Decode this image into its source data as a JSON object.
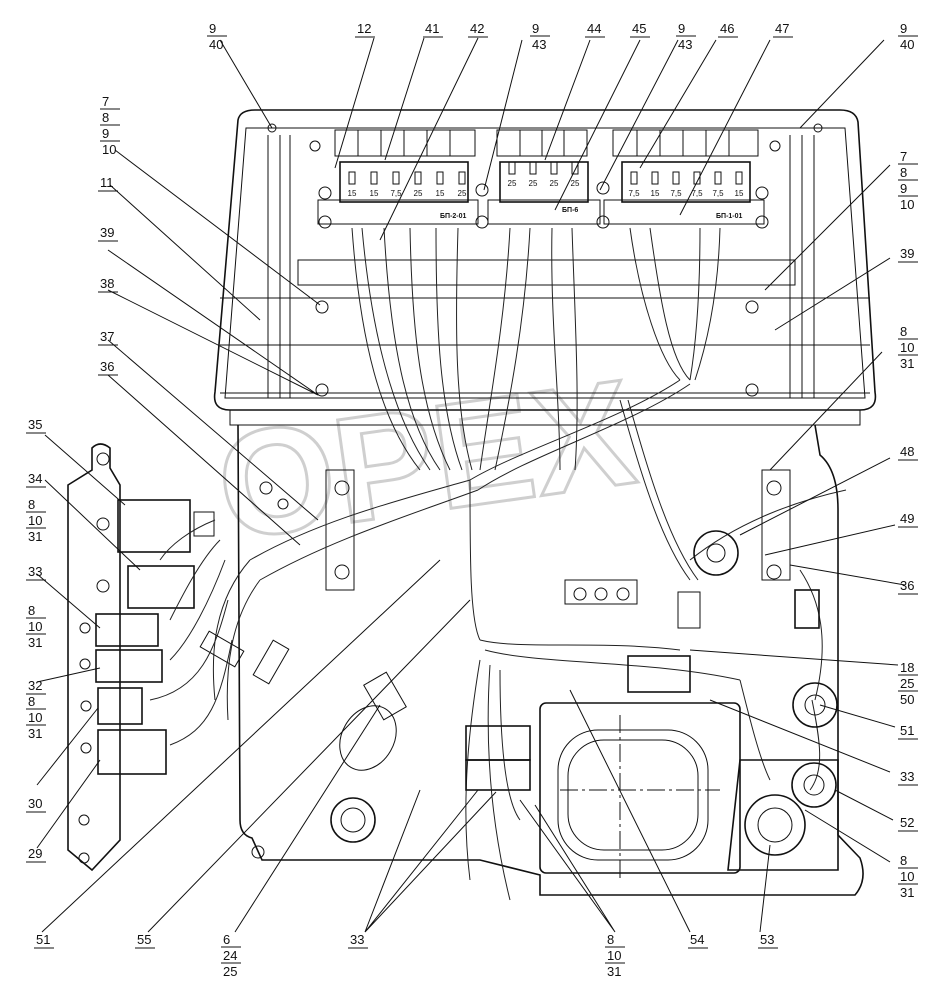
{
  "watermark": "ОРЕХ",
  "fuse_blocks": [
    {
      "name": "БП-2-01",
      "ratings": [
        "15",
        "15",
        "7,5",
        "25",
        "15",
        "25"
      ]
    },
    {
      "name": "БП-6",
      "ratings": [
        "25",
        "25",
        "25",
        "25"
      ]
    },
    {
      "name": "БП-1-01",
      "ratings": [
        "7,5",
        "15",
        "7,5",
        "7,5",
        "7,5",
        "15"
      ]
    }
  ],
  "callouts": [
    {
      "id": "c12",
      "lines": [
        "12"
      ]
    },
    {
      "id": "c41",
      "lines": [
        "41"
      ]
    },
    {
      "id": "c42",
      "lines": [
        "42"
      ]
    },
    {
      "id": "c44",
      "lines": [
        "44"
      ]
    },
    {
      "id": "c45",
      "lines": [
        "45"
      ]
    },
    {
      "id": "c46",
      "lines": [
        "46"
      ]
    },
    {
      "id": "c47",
      "lines": [
        "47"
      ]
    },
    {
      "id": "c9_40_l",
      "lines": [
        "9",
        "40"
      ]
    },
    {
      "id": "c9_43_a",
      "lines": [
        "9",
        "43"
      ]
    },
    {
      "id": "c9_43_b",
      "lines": [
        "9",
        "43"
      ]
    },
    {
      "id": "c9_40_r",
      "lines": [
        "9",
        "40"
      ]
    },
    {
      "id": "c7_l",
      "lines": [
        "7",
        "8",
        "9",
        "10"
      ]
    },
    {
      "id": "c7_r",
      "lines": [
        "7",
        "8",
        "9",
        "10"
      ]
    },
    {
      "id": "c11",
      "lines": [
        "11"
      ]
    },
    {
      "id": "c39_l",
      "lines": [
        "39"
      ]
    },
    {
      "id": "c39_r",
      "lines": [
        "39"
      ]
    },
    {
      "id": "c38",
      "lines": [
        "38"
      ]
    },
    {
      "id": "c37",
      "lines": [
        "37"
      ]
    },
    {
      "id": "c36_l",
      "lines": [
        "36"
      ]
    },
    {
      "id": "c36_r",
      "lines": [
        "36"
      ]
    },
    {
      "id": "c35",
      "lines": [
        "35"
      ]
    },
    {
      "id": "c34",
      "lines": [
        "34"
      ]
    },
    {
      "id": "c8_a",
      "lines": [
        "8",
        "10",
        "31"
      ]
    },
    {
      "id": "c33_l",
      "lines": [
        "33"
      ]
    },
    {
      "id": "c8_b",
      "lines": [
        "8",
        "10",
        "31"
      ]
    },
    {
      "id": "c32",
      "lines": [
        "32"
      ]
    },
    {
      "id": "c8_c",
      "lines": [
        "8",
        "10",
        "31"
      ]
    },
    {
      "id": "c30",
      "lines": [
        "30"
      ]
    },
    {
      "id": "c29",
      "lines": [
        "29"
      ]
    },
    {
      "id": "c8_r",
      "lines": [
        "8",
        "10",
        "31"
      ]
    },
    {
      "id": "c48",
      "lines": [
        "48"
      ]
    },
    {
      "id": "c49",
      "lines": [
        "49"
      ]
    },
    {
      "id": "c18",
      "lines": [
        "18",
        "25",
        "50"
      ]
    },
    {
      "id": "c51_r",
      "lines": [
        "51"
      ]
    },
    {
      "id": "c33_r",
      "lines": [
        "33"
      ]
    },
    {
      "id": "c52",
      "lines": [
        "52"
      ]
    },
    {
      "id": "c8_br",
      "lines": [
        "8",
        "10",
        "31"
      ]
    },
    {
      "id": "c51_b",
      "lines": [
        "51"
      ]
    },
    {
      "id": "c55",
      "lines": [
        "55"
      ]
    },
    {
      "id": "c6",
      "lines": [
        "6",
        "24",
        "25"
      ]
    },
    {
      "id": "c33_b",
      "lines": [
        "33"
      ]
    },
    {
      "id": "c8_b2",
      "lines": [
        "8",
        "10",
        "31"
      ]
    },
    {
      "id": "c54",
      "lines": [
        "54"
      ]
    },
    {
      "id": "c53",
      "lines": [
        "53"
      ]
    }
  ]
}
